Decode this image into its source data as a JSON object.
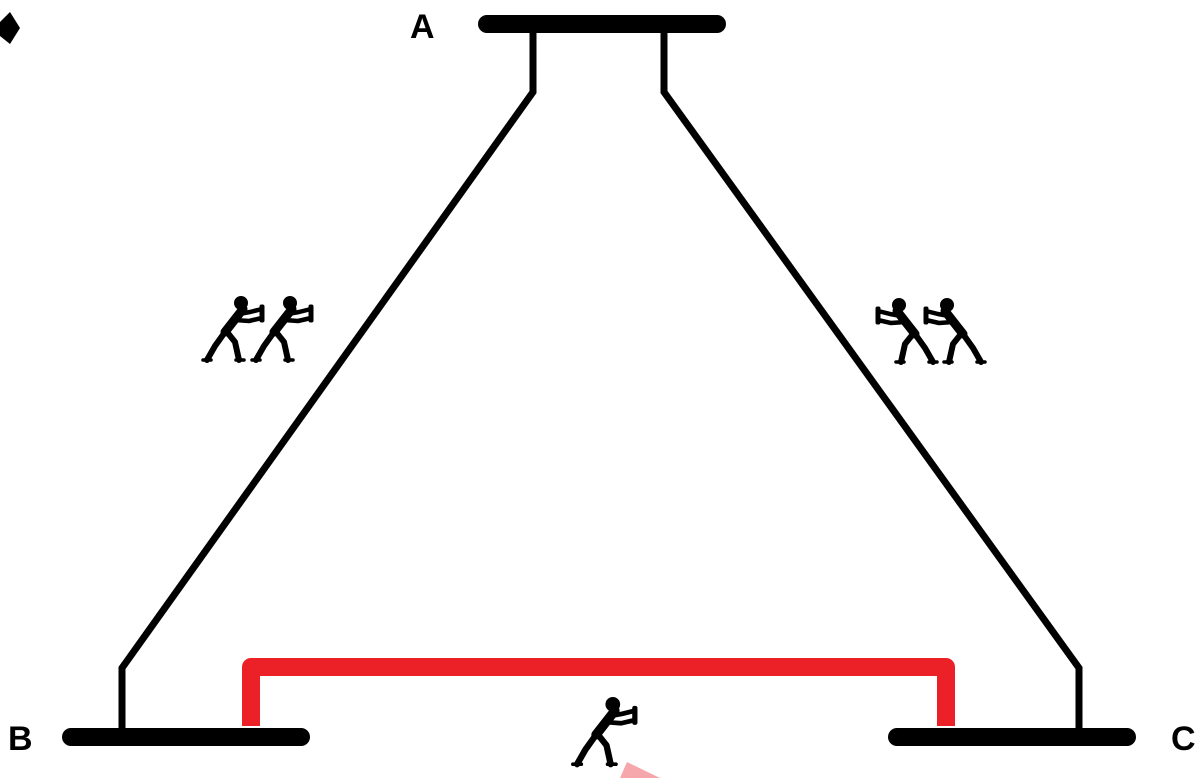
{
  "nodes": {
    "a": {
      "label": "A"
    },
    "b": {
      "label": "B"
    },
    "c": {
      "label": "C"
    }
  },
  "colors": {
    "line": "#000000",
    "highlight": "#ec2027",
    "highlight_faint": "#f6a7ab",
    "figure": "#000000"
  },
  "icons": {
    "pushers_left": "two-people-pushing-icon",
    "pushers_right": "two-people-pushing-icon",
    "pusher_bottom": "person-pushing-icon",
    "corner_marker": "diamond-icon"
  }
}
